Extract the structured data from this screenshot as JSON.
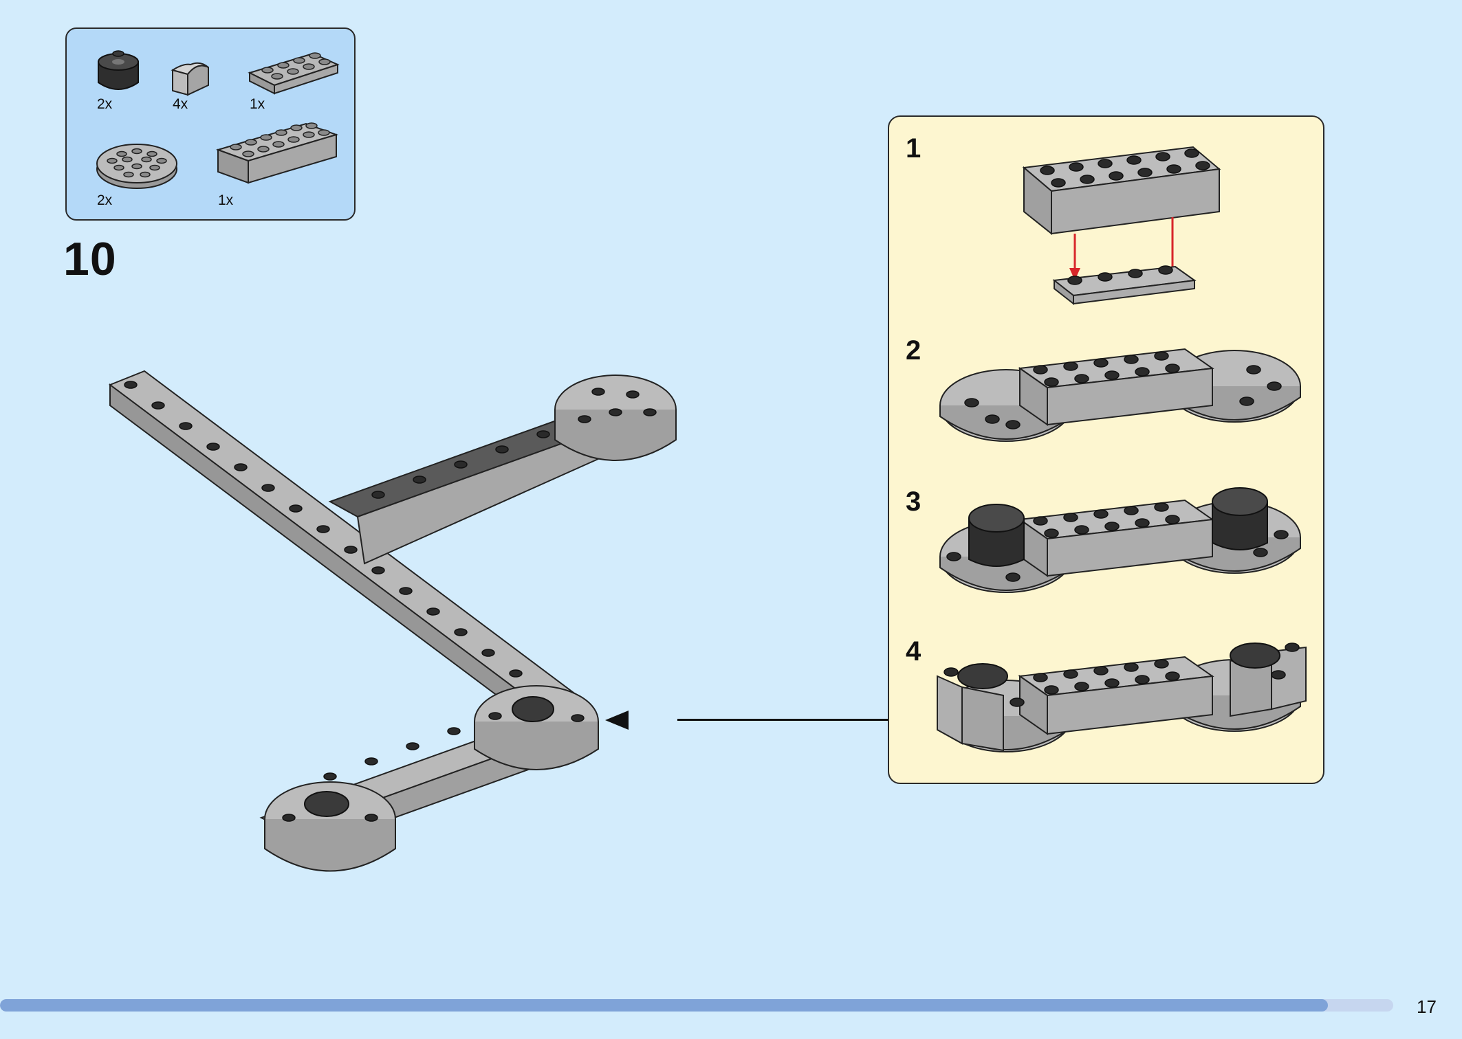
{
  "parts_list": {
    "items": [
      {
        "part": "round-brick-2x2-black",
        "quantity": "2x"
      },
      {
        "part": "curved-brick-1x2-gray",
        "quantity": "4x"
      },
      {
        "part": "plate-2x4-gray",
        "quantity": "1x"
      },
      {
        "part": "round-plate-4x4-gray",
        "quantity": "2x"
      },
      {
        "part": "brick-2x6-gray",
        "quantity": "1x"
      }
    ]
  },
  "step": {
    "number": "10"
  },
  "substeps": [
    {
      "number": "1"
    },
    {
      "number": "2"
    },
    {
      "number": "3"
    },
    {
      "number": "4"
    }
  ],
  "footer": {
    "page_number": "17",
    "progress_fraction": 0.953
  },
  "colors": {
    "page_background": "#d3ecfc",
    "parts_box_background": "#b4d9f8",
    "callout_background": "#fdf6d0",
    "brick_gray": "#a5a5a5",
    "brick_dark": "#3a3a3a",
    "assembly_arrow": "#d8262a",
    "progress_fill": "#7fa3d8"
  }
}
